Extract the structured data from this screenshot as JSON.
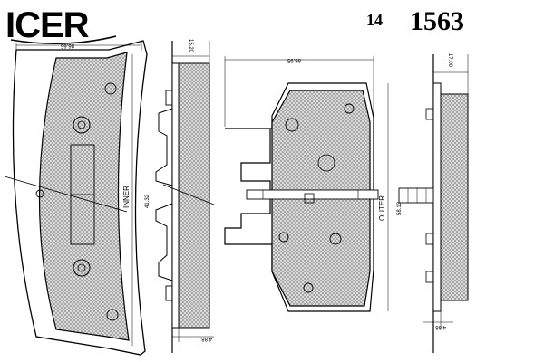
{
  "header": {
    "brand": "ICER",
    "series": "14",
    "part_number": "1563"
  },
  "inner_pad": {
    "label": "INNER",
    "width_dim": "86.65",
    "height_dim": "41.32"
  },
  "inner_side": {
    "thickness_dim": "15.20",
    "backplate_dim": "4.88"
  },
  "outer_pad": {
    "label": "OUTER",
    "width_dim": "86.95",
    "height_dim": "58.13"
  },
  "outer_side": {
    "thickness_dim": "17.00",
    "backplate_dim": "4.88"
  },
  "colors": {
    "ink": "#000000",
    "friction": "#d8d8d8",
    "paper": "#ffffff"
  }
}
